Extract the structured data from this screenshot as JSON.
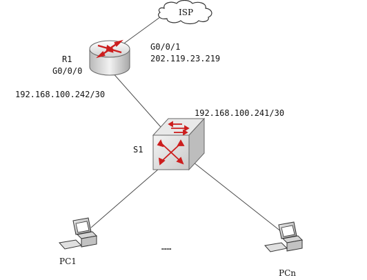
{
  "nodes": {
    "isp": {
      "label": "ISP"
    },
    "router": {
      "name": "R1",
      "lan_interface": "G0/0/0",
      "lan_ip": "192.168.100.242/30",
      "wan_interface": "G0/0/1",
      "wan_ip": "202.119.23.219"
    },
    "switch": {
      "name": "S1",
      "uplink_ip": "192.168.100.241/30"
    },
    "pc_first": {
      "name": "PC1"
    },
    "pc_last": {
      "name": "PCn"
    },
    "ellipsis": "……"
  },
  "colors": {
    "line": "#4a4a4a",
    "device_body": "#d8d8d8",
    "arrow": "#cc1e1e",
    "cloud_fill": "#ffffff"
  },
  "icons": [
    "cloud-icon",
    "router-icon",
    "switch-icon",
    "pc-icon"
  ]
}
